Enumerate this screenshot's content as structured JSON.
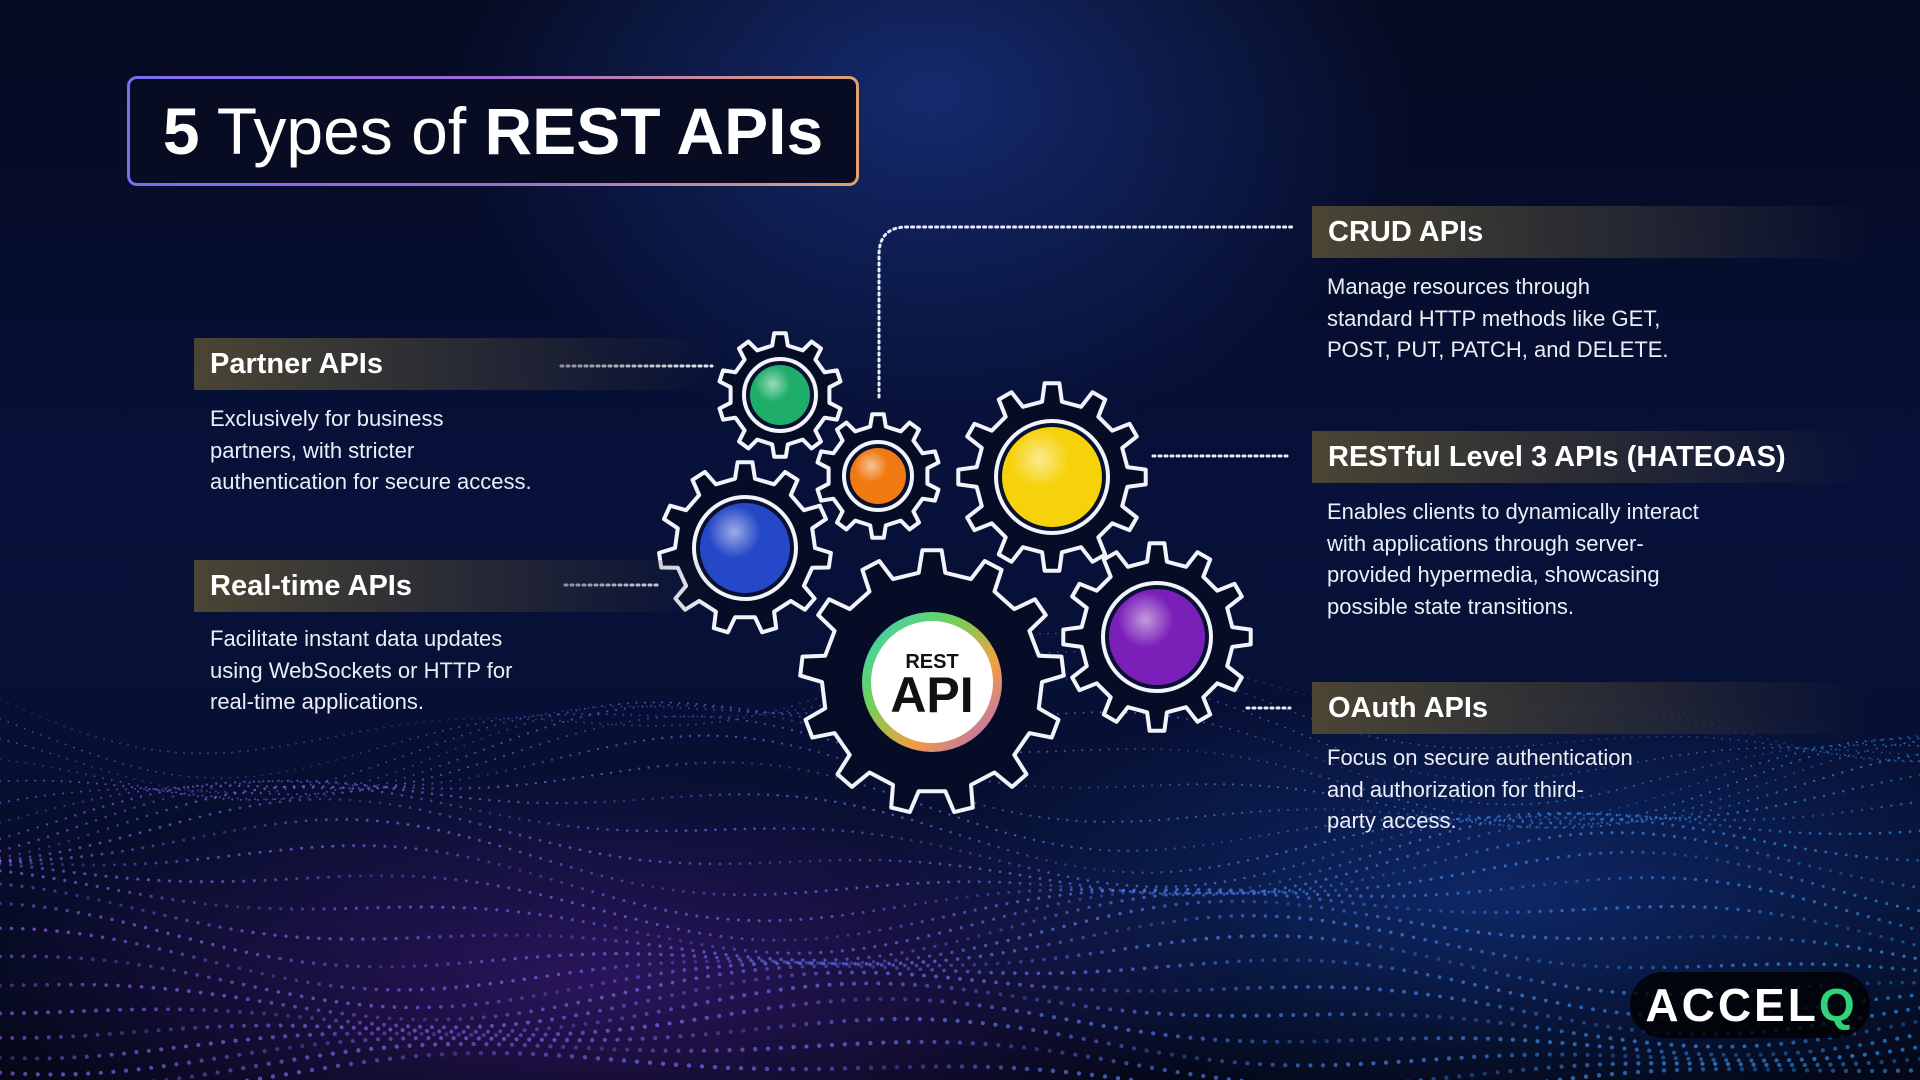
{
  "title": {
    "number": "5",
    "middle": " Types of ",
    "bold": "REST APIs"
  },
  "center_badge": {
    "top": "REST",
    "main": "API"
  },
  "cards": {
    "partner": {
      "title": "Partner APIs",
      "lines": [
        "Exclusively for business",
        "partners, with stricter",
        "authentication for secure access."
      ]
    },
    "realtime": {
      "title": "Real-time APIs",
      "lines": [
        "Facilitate instant data updates",
        "using WebSockets or HTTP for",
        "real-time applications."
      ]
    },
    "crud": {
      "title": "CRUD APIs",
      "lines": [
        "Manage resources through",
        "standard HTTP methods like GET,",
        "POST, PUT, PATCH, and DELETE."
      ]
    },
    "restful": {
      "title": "RESTful Level 3 APIs (HATEOAS)",
      "lines": [
        "Enables clients to dynamically interact",
        "with applications through server-",
        "provided hypermedia, showcasing",
        "possible state transitions."
      ]
    },
    "oauth": {
      "title": "OAuth APIs",
      "lines": [
        "Focus on secure authentication",
        "and authorization for third-",
        "party access."
      ]
    }
  },
  "gear_colors": {
    "green": "#1fae6a",
    "orange": "#f07a12",
    "blue": "#2548c8",
    "yellow": "#f5d20a",
    "purple": "#7a1fb8"
  },
  "logo": {
    "main": "ACCEL",
    "accent": "Q",
    "accent_color": "#2fd37a"
  }
}
